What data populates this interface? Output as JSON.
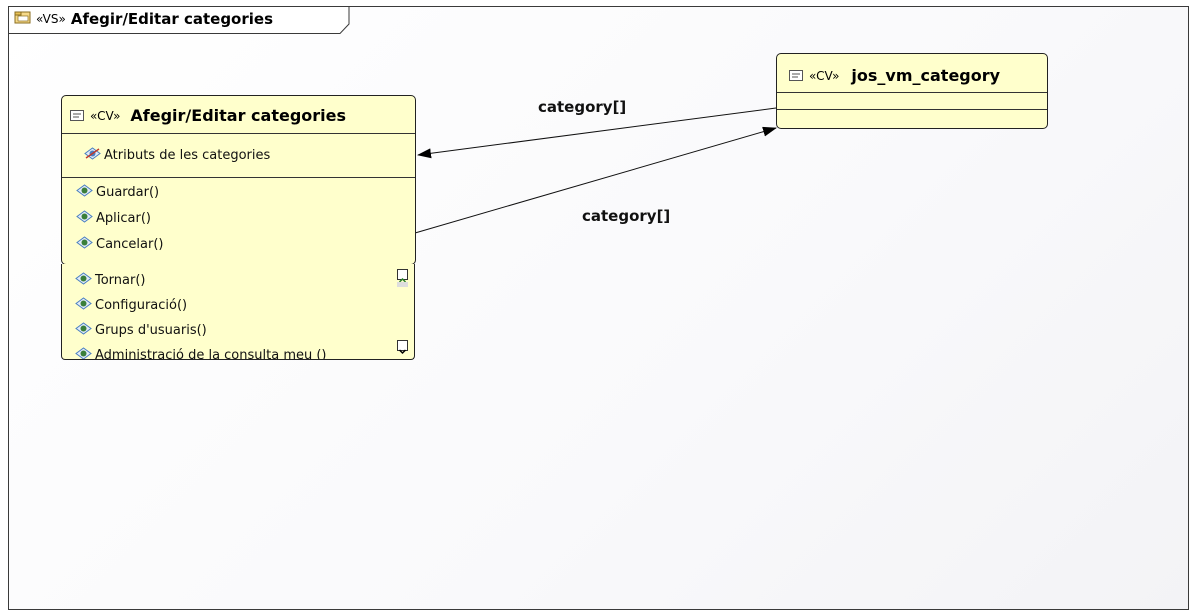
{
  "frame": {
    "stereotype": "«VS»",
    "title": "Afegir/Editar categories"
  },
  "view_class": {
    "stereotype": "«CV»",
    "name": "Afegir/Editar categories",
    "attributes": [
      "Atributs de les categories"
    ],
    "operations": [
      "Guardar()",
      "Aplicar()",
      "Cancelar()"
    ],
    "more_operations": [
      "Tornar()",
      "Configuració()",
      "Grups d'usuaris()",
      "Administració de la consulta meu ()"
    ]
  },
  "data_class": {
    "stereotype": "«CV»",
    "name": "jos_vm_category"
  },
  "associations": {
    "upper_label": "category[]",
    "lower_label": "category[]"
  },
  "colors": {
    "class_fill": "#ffffcc",
    "border": "#222222",
    "icon_blue": "#4a7fc0",
    "icon_red": "#c0392b"
  }
}
